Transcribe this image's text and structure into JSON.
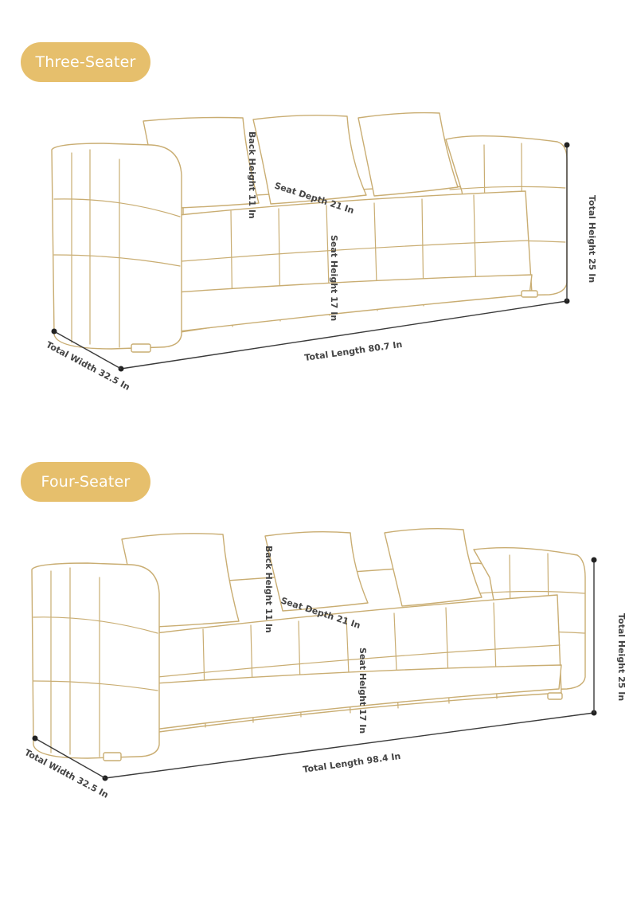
{
  "colors": {
    "badge": "#e6bf6c",
    "outline": "#c9ad72",
    "dimension": "#3a3a3a"
  },
  "three_seater": {
    "title": "Three-Seater",
    "dimensions": {
      "back_height": "Back Height 11 In",
      "seat_depth": "Seat Depth 21 In",
      "seat_height": "Seat Height 17 In",
      "total_height": "Total Height 25 In",
      "total_length": "Total Length 80.7 In",
      "total_width": "Total Width 32.5 In"
    }
  },
  "four_seater": {
    "title": "Four-Seater",
    "dimensions": {
      "back_height": "Back Height 11 In",
      "seat_depth": "Seat Depth 21 In",
      "seat_height": "Seat Height 17 In",
      "total_height": "Total Height 25 In",
      "total_length": "Total Length 98.4 In",
      "total_width": "Total Width 32.5 In"
    }
  }
}
